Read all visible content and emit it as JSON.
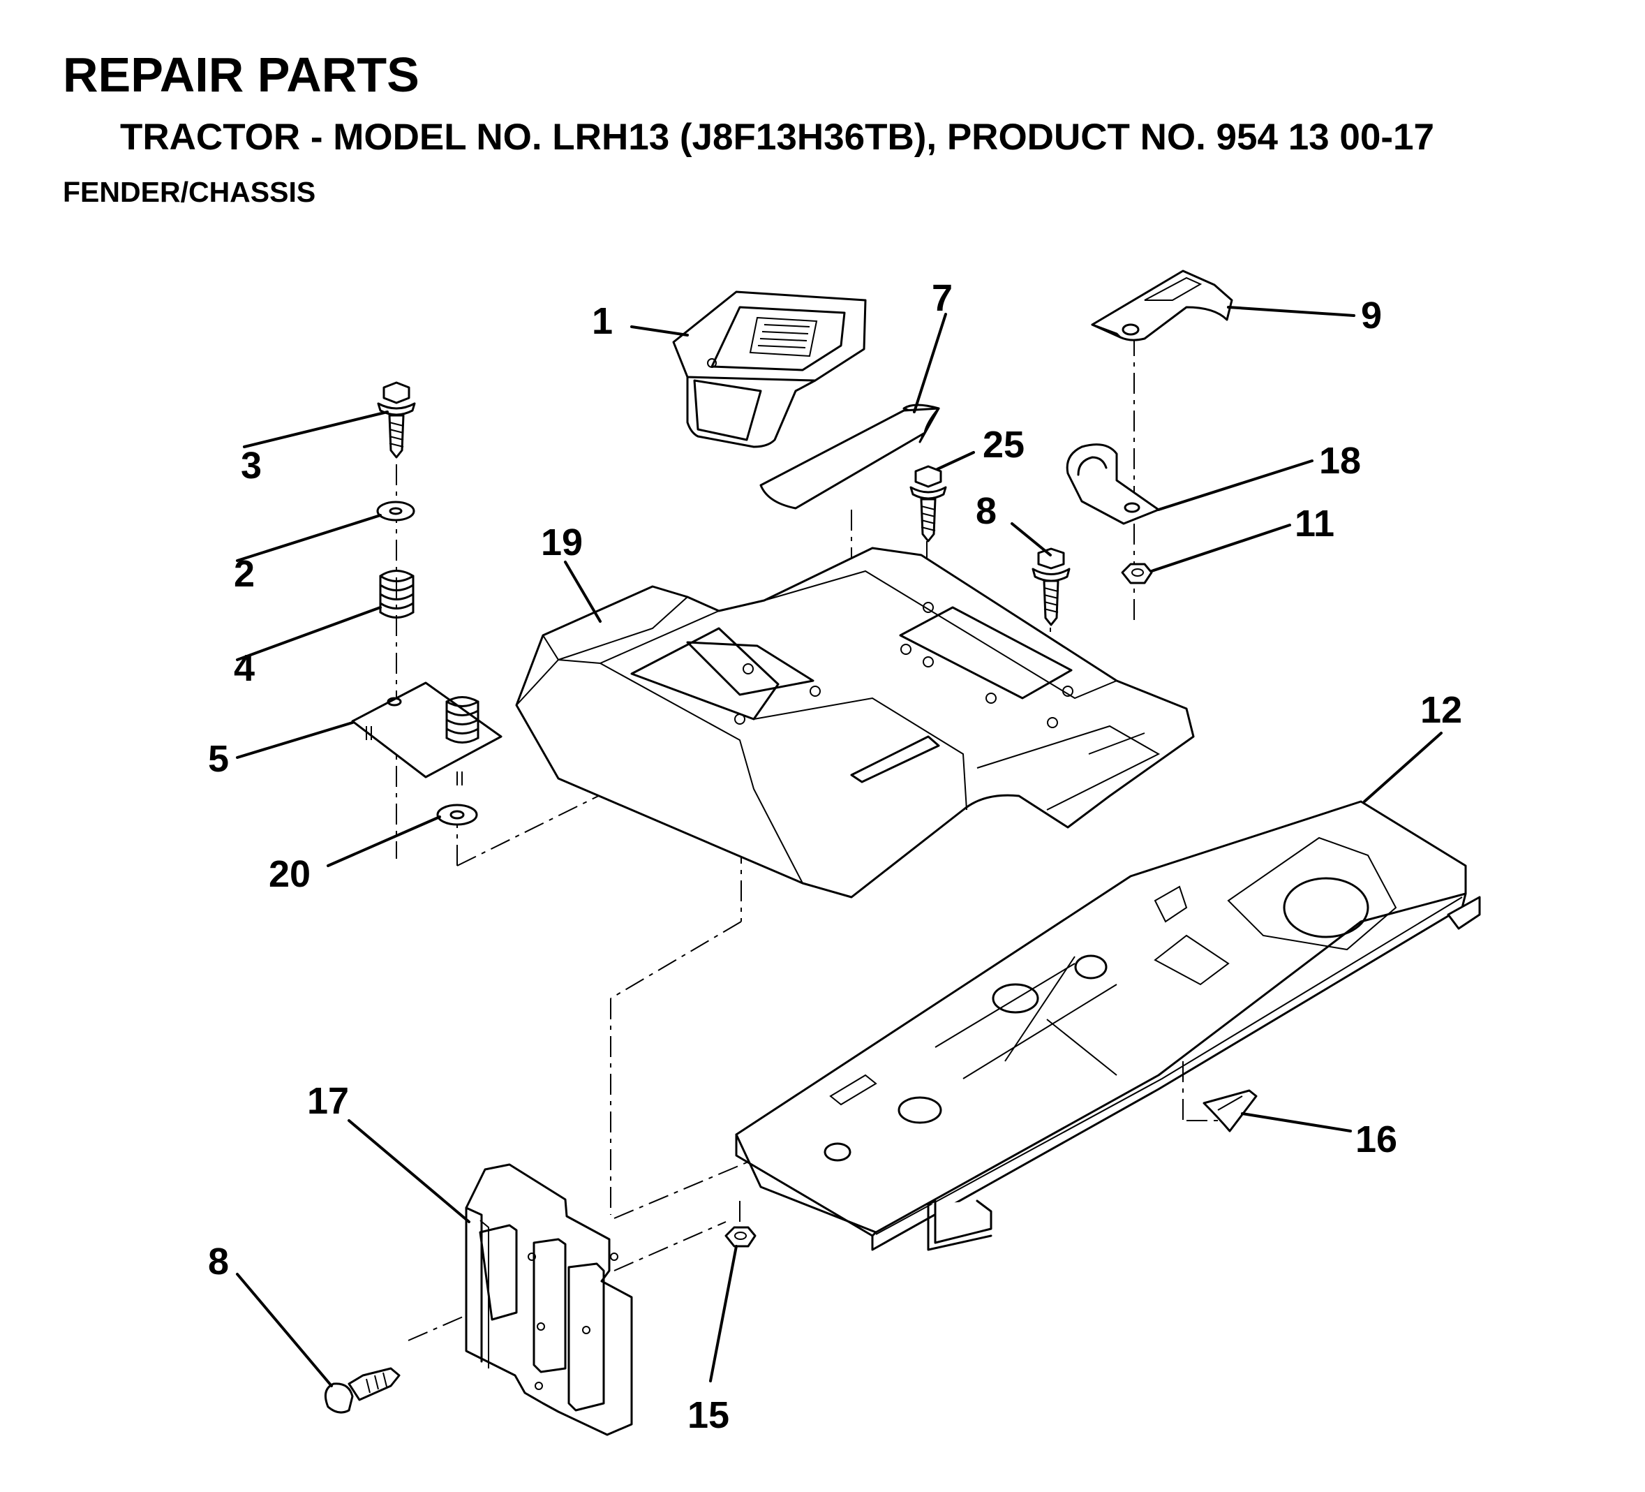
{
  "header": {
    "title": "REPAIR PARTS",
    "subtitle": "TRACTOR - MODEL NO. LRH13 (J8F13H36TB),  PRODUCT NO. 954 13 00-17",
    "section": "FENDER/CHASSIS"
  },
  "callouts": {
    "c1": "1",
    "c2": "2",
    "c3": "3",
    "c4": "4",
    "c5": "5",
    "c7": "7",
    "c8a": "8",
    "c8b": "8",
    "c9": "9",
    "c11": "11",
    "c12": "12",
    "c15": "15",
    "c16": "16",
    "c17": "17",
    "c18": "18",
    "c19": "19",
    "c20": "20",
    "c25": "25"
  }
}
